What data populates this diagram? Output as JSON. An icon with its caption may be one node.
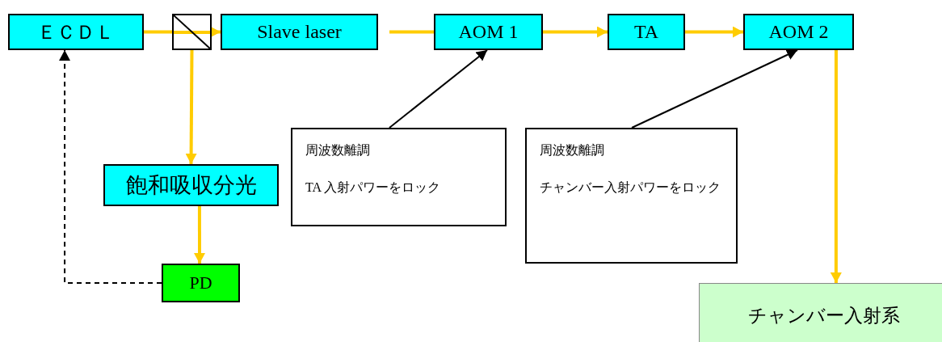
{
  "diagram": {
    "nodes": [
      {
        "text": [
          "ＥＣＤＬ"
        ]
      },
      {
        "text": [],
        "shape": "box"
      },
      {
        "text": [
          "Slave laser"
        ]
      },
      {
        "text": [
          "AOM 1"
        ]
      },
      {
        "text": [
          "TA"
        ]
      },
      {
        "text": [
          "AOM 2"
        ]
      },
      {
        "text": [
          "飽和吸収分光"
        ]
      },
      {
        "text": [
          "PD"
        ]
      },
      {
        "text": [
          "チャンバー入射系"
        ]
      },
      {
        "text": [
          "周波数離調",
          "TA 入射パワーをロック"
        ]
      },
      {
        "text": [
          "周波数離調",
          "チャンバー入射パワーをロック"
        ]
      }
    ],
    "edges": [
      {
        "from": 0,
        "to": 1,
        "arrow": "none"
      },
      {
        "from": 1,
        "to": 2,
        "arrow": "to"
      },
      {
        "from": 1,
        "to": 6,
        "arrow": "to"
      },
      {
        "from": 2,
        "to": 3,
        "arrow": "none"
      },
      {
        "from": 3,
        "to": 4,
        "arrow": "to"
      },
      {
        "from": 4,
        "to": 5,
        "arrow": "to"
      },
      {
        "from": 5,
        "to": 8,
        "arrow": "to"
      },
      {
        "from": 6,
        "to": 7,
        "arrow": "to"
      },
      {
        "from": 7,
        "to": 0,
        "arrow": "to",
        "style": "dashed",
        "color": "#000000"
      },
      {
        "from": 9,
        "to": 3,
        "arrow": "to",
        "color": "#000000"
      },
      {
        "from": 10,
        "to": 5,
        "arrow": "to",
        "color": "#000000"
      }
    ]
  }
}
